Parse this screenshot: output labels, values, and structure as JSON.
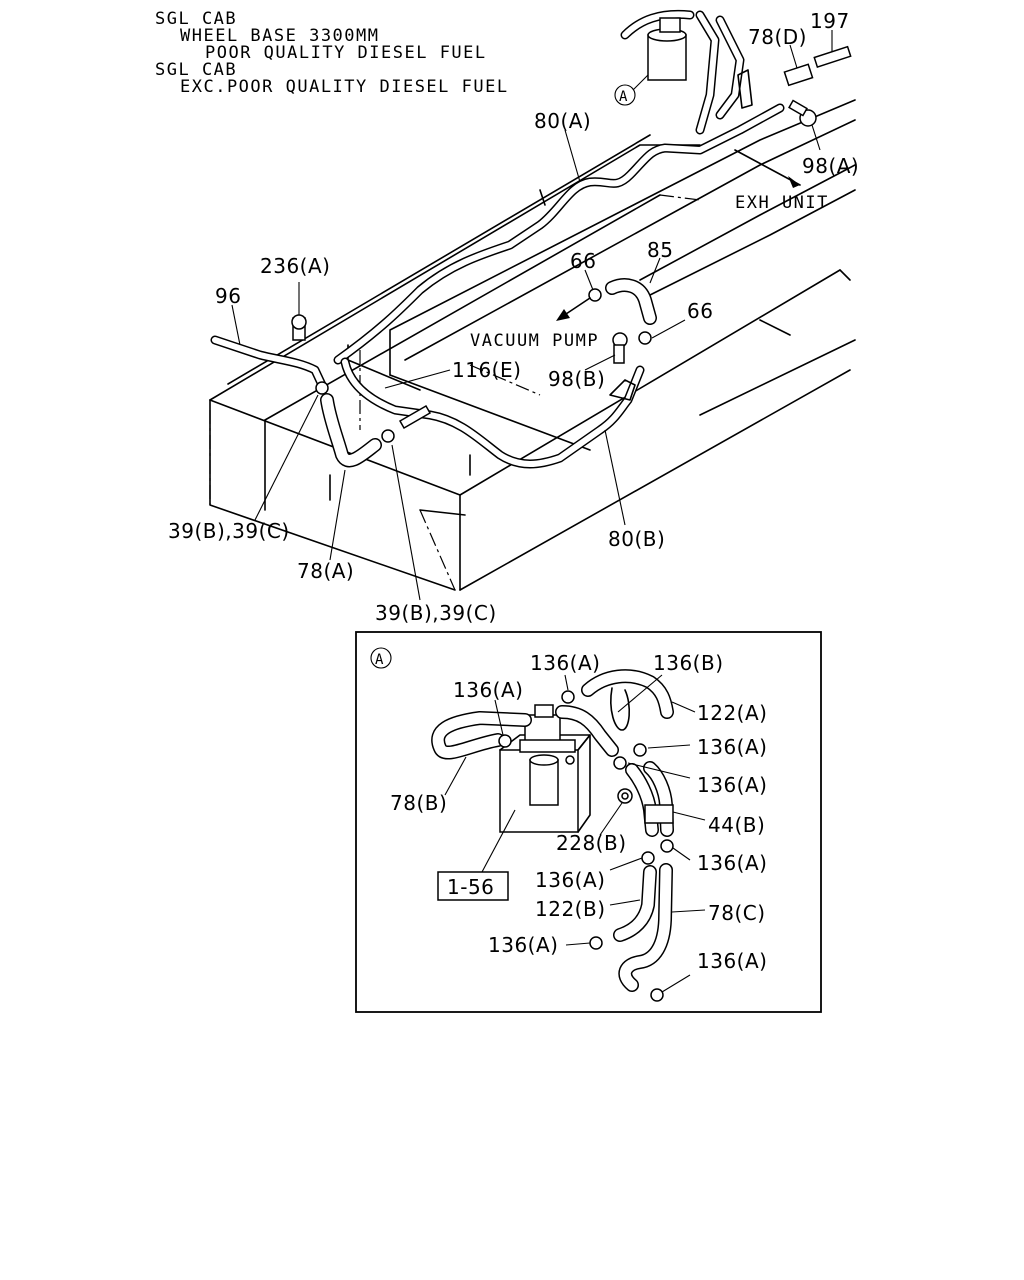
{
  "header": {
    "line1": "SGL CAB",
    "line2": "WHEEL BASE 3300MM",
    "line3": "POOR QUALITY DIESEL FUEL",
    "line4": "SGL CAB",
    "line5": "EXC.POOR QUALITY DIESEL FUEL"
  },
  "main_labels": {
    "p197": "197",
    "p78d": "78(D)",
    "p80a": "80(A)",
    "p98a": "98(A)",
    "exh": "EXH UNIT",
    "p85": "85",
    "p66a": "66",
    "p66b": "66",
    "p236a": "236(A)",
    "p96": "96",
    "vacuum": "VACUUM PUMP",
    "p116e": "116(E)",
    "p98b": "98(B)",
    "p39a": "39(B),39(C)",
    "p80b": "80(B)",
    "p78a": "78(A)",
    "p39b": "39(B),39(C)",
    "callout": "A"
  },
  "detail": {
    "callout": "A",
    "ref_box": "1-56",
    "p136a_1": "136(A)",
    "p136b": "136(B)",
    "p136a_2": "136(A)",
    "p122a": "122(A)",
    "p136a_3": "136(A)",
    "p136a_4": "136(A)",
    "p78b": "78(B)",
    "p44b": "44(B)",
    "p228b": "228(B)",
    "p136a_5": "136(A)",
    "p136a_6": "136(A)",
    "p122b": "122(B)",
    "p78c": "78(C)",
    "p136a_7": "136(A)",
    "p136a_8": "136(A)"
  }
}
